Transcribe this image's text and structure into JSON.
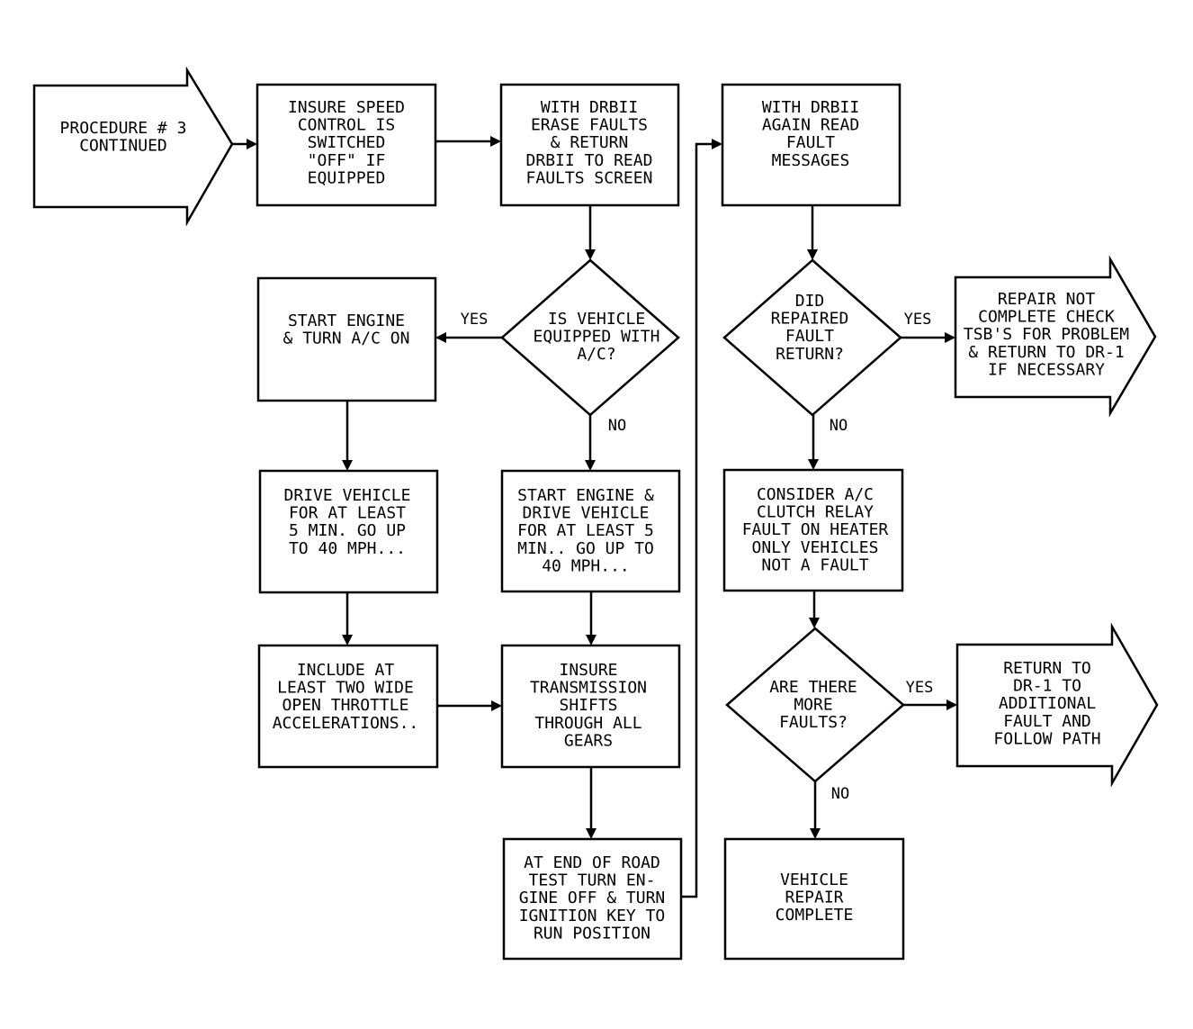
{
  "flowchart": {
    "start_arrow": [
      "PROCEDURE # 3",
      "CONTINUED"
    ],
    "box_speed_control": [
      "INSURE SPEED",
      "CONTROL IS",
      "SWITCHED",
      "\"OFF\" IF",
      "EQUIPPED"
    ],
    "box_erase_faults": [
      "WITH DRBII",
      "ERASE FAULTS",
      "& RETURN",
      "DRBII TO READ",
      "FAULTS SCREEN"
    ],
    "box_read_again": [
      "WITH DRBII",
      "AGAIN READ",
      "FAULT",
      "MESSAGES"
    ],
    "decision_ac": [
      "IS VEHICLE",
      "EQUIPPED WITH",
      "A/C?"
    ],
    "box_start_ac": [
      "START ENGINE",
      "& TURN A/C ON"
    ],
    "decision_fault_return": [
      "DID",
      "REPAIRED",
      "FAULT",
      "RETURN?"
    ],
    "end_repair_not_complete": [
      "REPAIR NOT",
      "COMPLETE CHECK",
      "TSB'S FOR PROBLEM",
      "& RETURN TO DR-1",
      "IF NECESSARY"
    ],
    "box_drive_left": [
      "DRIVE VEHICLE",
      "FOR AT LEAST",
      "5 MIN. GO UP",
      "TO 40 MPH..."
    ],
    "box_drive_mid": [
      "START ENGINE &",
      "DRIVE VEHICLE",
      "FOR AT LEAST 5",
      "MIN.. GO UP TO",
      "40 MPH..."
    ],
    "box_clutch_relay": [
      "CONSIDER A/C",
      "CLUTCH RELAY",
      "FAULT ON HEATER",
      "ONLY VEHICLES",
      "NOT A FAULT"
    ],
    "box_throttle": [
      "INCLUDE AT",
      "LEAST TWO WIDE",
      "OPEN THROTTLE",
      "ACCELERATIONS.."
    ],
    "box_transmission": [
      "INSURE",
      "TRANSMISSION",
      "SHIFTS",
      "THROUGH ALL",
      "GEARS"
    ],
    "decision_more_faults": [
      "ARE THERE",
      "MORE",
      "FAULTS?"
    ],
    "end_return_dr1": [
      "RETURN TO",
      "DR-1 TO",
      "ADDITIONAL",
      "FAULT AND",
      "FOLLOW PATH"
    ],
    "box_end_road_test": [
      "AT END OF ROAD",
      "TEST TURN EN-",
      "GINE OFF & TURN",
      "IGNITION KEY TO",
      "RUN POSITION"
    ],
    "box_complete": [
      "VEHICLE",
      "REPAIR",
      "COMPLETE"
    ],
    "labels": {
      "yes_ac": "YES",
      "no_ac": "NO",
      "yes_fault_return": "YES",
      "no_fault_return": "NO",
      "yes_more_faults": "YES",
      "no_more_faults": "NO"
    }
  }
}
